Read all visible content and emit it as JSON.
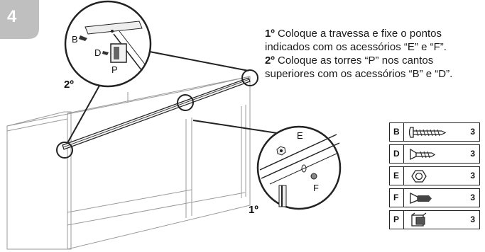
{
  "step": {
    "number": "4"
  },
  "instructions": {
    "line1_bold": "1º",
    "line1_text": " Coloque a travessa e fixe o pontos indicados com os acessórios “E” e “F”.",
    "line2_bold": "2º",
    "line2_text": " Coloque as torres “P” nos cantos superiores com os acessórios “B” e “D”."
  },
  "callout_labels": {
    "top_detail": {
      "b": "B",
      "d": "D",
      "p": "P"
    },
    "right_detail": {
      "e": "E",
      "f": "F"
    },
    "step_marker_2": "2º",
    "step_marker_1": "1º"
  },
  "parts": [
    {
      "letter": "B",
      "qty": "3",
      "icon": "long-screw-icon"
    },
    {
      "letter": "D",
      "qty": "3",
      "icon": "short-screw-icon"
    },
    {
      "letter": "E",
      "qty": "3",
      "icon": "nut-icon"
    },
    {
      "letter": "F",
      "qty": "3",
      "icon": "dowel-screw-icon"
    },
    {
      "letter": "P",
      "qty": "3",
      "icon": "tower-connector-icon"
    }
  ],
  "colors": {
    "step_badge": "#bfbfbf",
    "lines": "#222222"
  }
}
